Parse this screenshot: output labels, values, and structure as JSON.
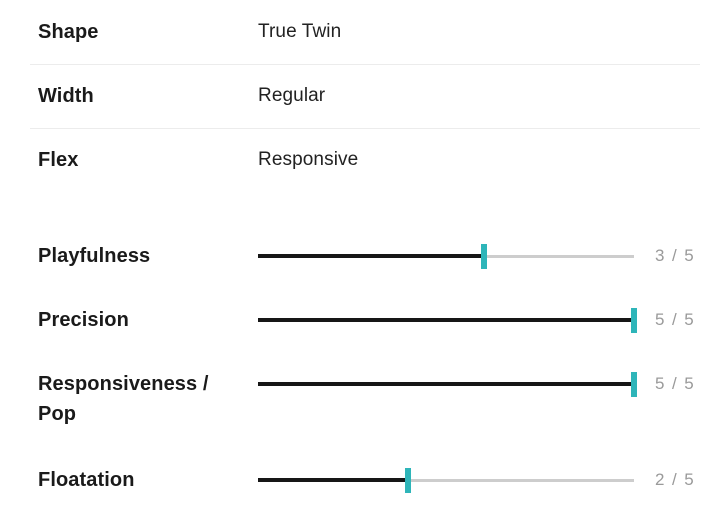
{
  "theme": {
    "background": "#ffffff",
    "label_color": "#1a1a1a",
    "value_color": "#222222",
    "divider_color": "#ececec",
    "meter_fill_color": "#161616",
    "meter_track_color": "#cdcdcd",
    "meter_knob_color": "#2eb5b9",
    "score_color": "#9a9a9a"
  },
  "specs": [
    {
      "label": "Shape",
      "value": "True Twin"
    },
    {
      "label": "Width",
      "value": "Regular"
    },
    {
      "label": "Flex",
      "value": "Responsive"
    }
  ],
  "ratings": [
    {
      "label": "Playfulness",
      "value": 3,
      "max": 5,
      "score_text": "3 / 5",
      "percent": 60
    },
    {
      "label": "Precision",
      "value": 5,
      "max": 5,
      "score_text": "5 / 5",
      "percent": 100
    },
    {
      "label": "Responsiveness / Pop",
      "value": 5,
      "max": 5,
      "score_text": "5 / 5",
      "percent": 100
    },
    {
      "label": "Floatation",
      "value": 2,
      "max": 5,
      "score_text": "2 / 5",
      "percent": 40
    }
  ]
}
